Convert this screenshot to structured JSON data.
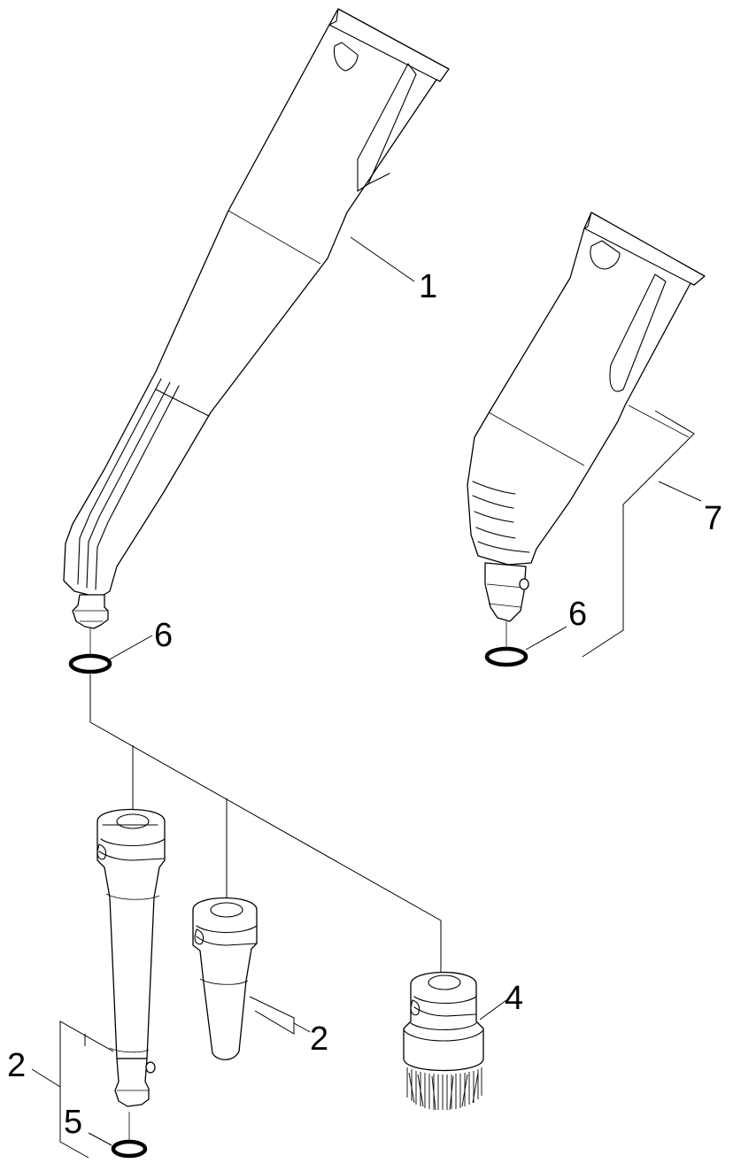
{
  "callouts": {
    "nozzle_main": "1",
    "nozzle_right": "7",
    "oring_left": "6",
    "oring_right": "6",
    "tip_long": "2",
    "tip_short": "2",
    "brush": "4",
    "oring_small": "5"
  }
}
